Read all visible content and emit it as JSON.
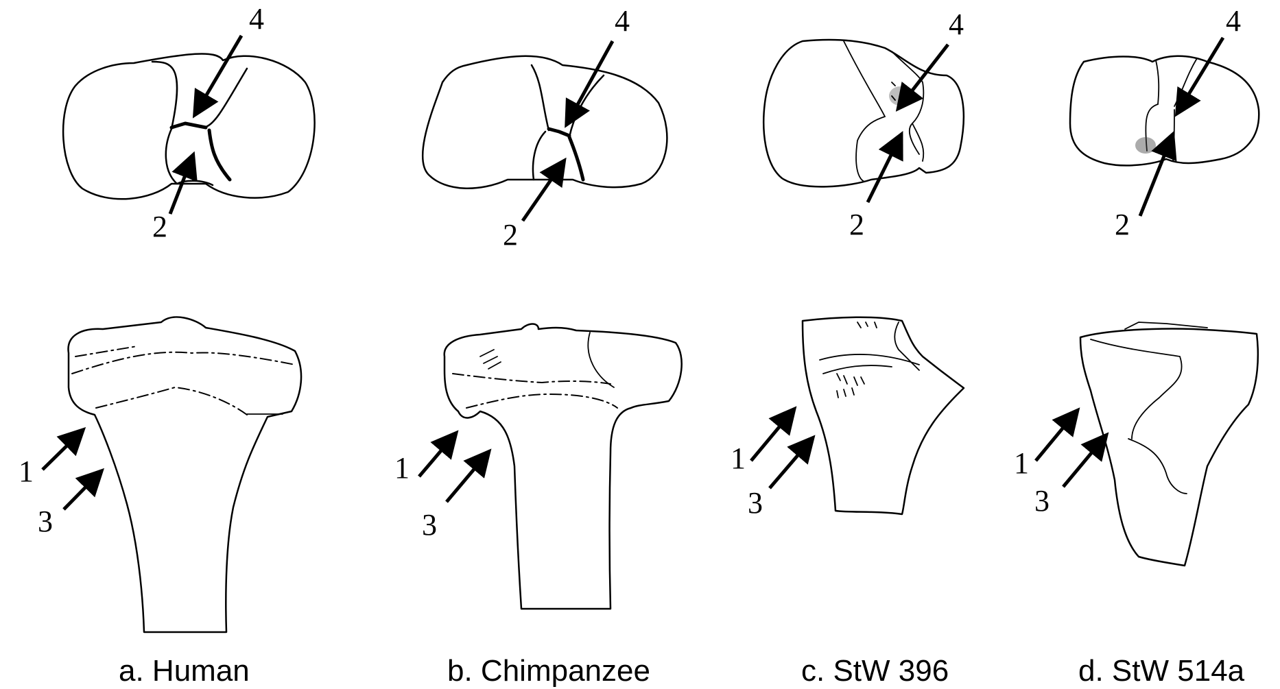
{
  "panels": [
    {
      "id": "a",
      "caption": "a. Human",
      "top_labels": [
        "4",
        "2"
      ],
      "bottom_labels": [
        "1",
        "3"
      ]
    },
    {
      "id": "b",
      "caption": "b. Chimpanzee",
      "top_labels": [
        "4",
        "2"
      ],
      "bottom_labels": [
        "1",
        "3"
      ]
    },
    {
      "id": "c",
      "caption": "c. StW 396",
      "top_labels": [
        "4",
        "2"
      ],
      "bottom_labels": [
        "1",
        "3"
      ]
    },
    {
      "id": "d",
      "caption": "d. StW 514a",
      "top_labels": [
        "4",
        "2"
      ],
      "bottom_labels": [
        "1",
        "3"
      ]
    }
  ]
}
